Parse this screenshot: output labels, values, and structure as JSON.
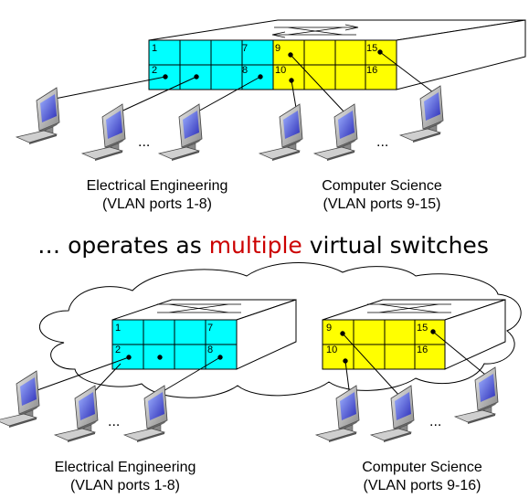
{
  "colors": {
    "ee_ports": "#00ffff",
    "cs_ports": "#ffff00",
    "highlight": "#cc0000",
    "switch_body": "#ffffff"
  },
  "top": {
    "ee_port_labels": [
      "1",
      "2",
      "7",
      "8"
    ],
    "cs_port_labels": [
      "9",
      "10",
      "15",
      "16"
    ],
    "ellipsis_left": "...",
    "ellipsis_right": "...",
    "ee_caption": {
      "line1": "Electrical Engineering",
      "line2": "(VLAN ports 1-8)"
    },
    "cs_caption": {
      "line1": "Computer Science",
      "line2": "(VLAN ports 9-15)"
    }
  },
  "middle": {
    "prefix": "… operates as ",
    "highlight_word": "multiple",
    "suffix": " virtual switches"
  },
  "bottom": {
    "ee_port_labels": [
      "1",
      "2",
      "7",
      "8"
    ],
    "cs_port_labels": [
      "9",
      "10",
      "15",
      "16"
    ],
    "ellipsis_left": "...",
    "ellipsis_right": "...",
    "ee_caption": {
      "line1": "Electrical Engineering",
      "line2": "(VLAN ports 1-8)"
    },
    "cs_caption": {
      "line1": "Computer Science",
      "line2": "(VLAN ports 9-16)"
    }
  },
  "icons": [
    "switch-icon",
    "computer-icon",
    "cloud-icon"
  ]
}
